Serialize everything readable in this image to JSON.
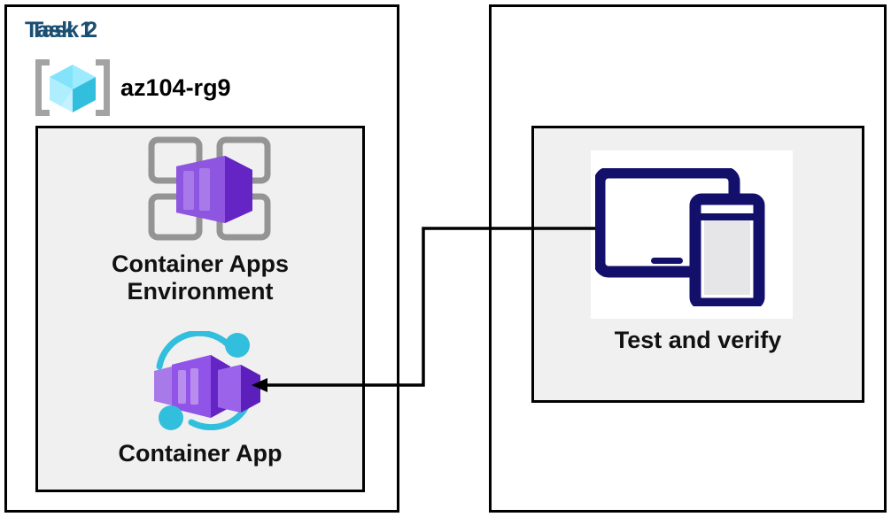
{
  "diagram": {
    "title_color": "#1b4f72",
    "panels": [
      {
        "id": "task1",
        "title": "Task 1",
        "resource_group": {
          "label": "az104-rg9",
          "icon": "resource-group-icon"
        },
        "nodes": [
          {
            "label": "Container Apps\nEnvironment",
            "icon": "container-apps-environment-icon"
          },
          {
            "label": "Container App",
            "icon": "container-app-icon"
          }
        ]
      },
      {
        "id": "task2",
        "title": "Task 2",
        "nodes": [
          {
            "label": "Test and verify",
            "icon": "devices-test-icon"
          }
        ]
      }
    ],
    "connector": {
      "from": "devices-test-icon",
      "to": "container-app-icon",
      "arrow_direction": "left",
      "color": "#000000"
    },
    "colors": {
      "panel_border": "#000000",
      "inner_fill": "#f0f0f0",
      "heading": "#1b4f72",
      "resource_group_cube": "#50e6ff",
      "container_purple": "#8661c5",
      "container_purple_dark": "#6f34c9",
      "accent_cyan": "#32bedd",
      "device_navy": "#12106b"
    }
  }
}
